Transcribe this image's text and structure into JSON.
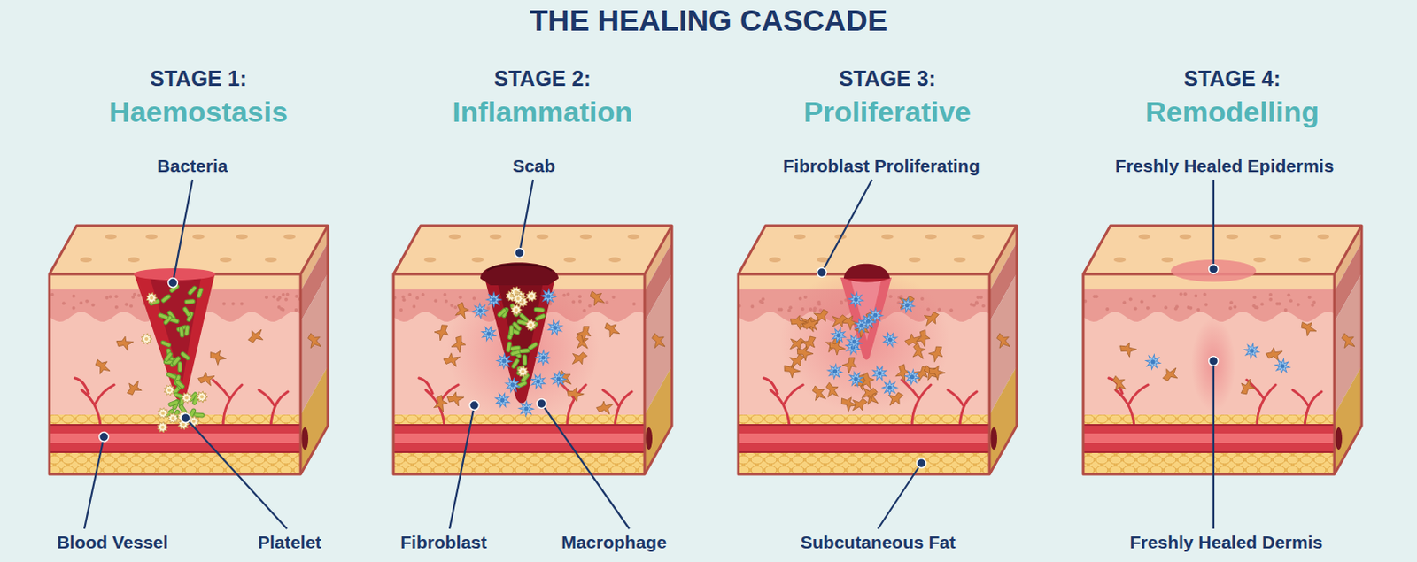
{
  "diagram": {
    "title": "THE HEALING CASCADE",
    "nodes": [
      {
        "text": [
          "STAGE 1:",
          "Haemostasis"
        ]
      },
      {
        "text": [
          "STAGE 2:",
          "Inflammation"
        ]
      },
      {
        "text": [
          "STAGE 3:",
          "Proliferative"
        ]
      },
      {
        "text": [
          "STAGE 4:",
          "Remodelling"
        ]
      }
    ],
    "labels": [
      "Bacteria",
      "Blood Vessel",
      "Platelet",
      "Scab",
      "Fibroblast",
      "Macrophage",
      "Fibroblast Proliferating",
      "Subcutaneous Fat",
      "Freshly Healed Epidermis",
      "Freshly Healed Dermis"
    ]
  }
}
